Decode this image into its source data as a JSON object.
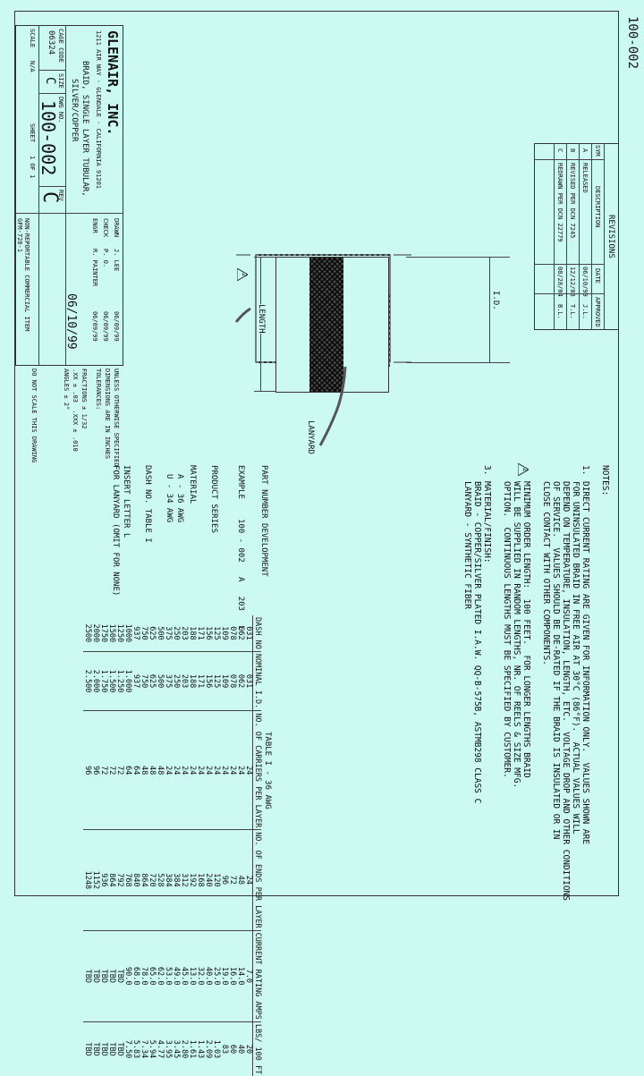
{
  "drawing_number": "100-002",
  "revisions": {
    "title": "REVISIONS",
    "headers": [
      "SYM",
      "DESCRIPTION",
      "DATE",
      "APPROVED"
    ],
    "rows": [
      {
        "sym": "A",
        "desc": "RELEASED",
        "date": "06/10/99",
        "appr": "J.L."
      },
      {
        "sym": "B",
        "desc": "REVISED PER DCN 7245",
        "date": "12/12/03",
        "appr": "T.L."
      },
      {
        "sym": "C",
        "desc": "REDRAWN PER DCN 22779",
        "date": "08/28/04",
        "appr": "B.L."
      }
    ]
  },
  "table": {
    "title": "TABLE I - 36 AWG",
    "headers": [
      "DASH NO",
      "NOMINAL I.D.",
      "NO. OF CARRIERS PER LAYER",
      "NO. OF ENDS PER LAYER",
      "CURRENT RATING AMPS",
      "LBS/ 100 FT"
    ],
    "rows": [
      [
        "031",
        "031",
        "24",
        "24",
        "7.0",
        "20"
      ],
      [
        "062",
        "062",
        "24",
        "48",
        "14.0",
        "40"
      ],
      [
        "078",
        "078",
        "24",
        "72",
        "16.0",
        "60"
      ],
      [
        "109",
        "109",
        "24",
        "96",
        "19.0",
        "83"
      ],
      [
        "125",
        "125",
        "24",
        "120",
        "25.0",
        "1.03"
      ],
      [
        "156",
        "156",
        "24",
        "240",
        "40.0",
        "2.09"
      ],
      [
        "171",
        "171",
        "24",
        "168",
        "32.0",
        "1.43"
      ],
      [
        "188",
        "188",
        "24",
        "192",
        "13.0",
        "1.61"
      ],
      [
        "203",
        "203",
        "24",
        "312",
        "45.0",
        "2.80"
      ],
      [
        "250",
        "250",
        "24",
        "384",
        "49.0",
        "3.45"
      ],
      [
        "375",
        "375",
        "24",
        "384",
        "53.0",
        "3.95"
      ],
      [
        "500",
        "500",
        "48",
        "528",
        "62.0",
        "4.77"
      ],
      [
        "625",
        "625",
        "48",
        "720",
        "65.0",
        "5.94"
      ],
      [
        "750",
        "750",
        "48",
        "864",
        "78.0",
        "7.34"
      ],
      [
        "937",
        "937",
        "64",
        "840",
        "68.0",
        "5.83"
      ],
      [
        "1000",
        "1.000",
        "64",
        "768",
        "90.0",
        "7.50"
      ],
      [
        "1250",
        "1.250",
        "72",
        "792",
        "TBD",
        "TBD"
      ],
      [
        "1500",
        "1.500",
        "72",
        "864",
        "TBD",
        "TBD"
      ],
      [
        "1750",
        "1.750",
        "72",
        "936",
        "TBD",
        "TBD"
      ],
      [
        "2000",
        "2.000",
        "96",
        "1152",
        "TBD",
        "TBD"
      ],
      [
        "2500",
        "2.500",
        "96",
        "1248",
        "TBD",
        "TBD"
      ]
    ]
  },
  "part_number": {
    "title": "PART NUMBER DEVELOPMENT",
    "example_label": "EXAMPLE",
    "example_value": "100 - 002   A   203   L",
    "product_series": "PRODUCT SERIES",
    "material": "MATERIAL",
    "material_a": "A - 36 AWG",
    "material_u": "U - 34 AWG",
    "dash": "DASH NO. TABLE I",
    "lanyard_1": "INSERT LETTER L",
    "lanyard_2": "FOR LANYARD (OMIT FOR NONE)"
  },
  "notes": {
    "title": "NOTES:",
    "n1_num": "1.",
    "n1": [
      "DIRECT CURRENT RATING ARE GIVEN FOR INFORMATION ONLY.  VALUES SHOWN ARE",
      "FOR UNINSULATED BRAID IN FREE AIR AT 30°C (86°F).  ACTUAL VALUES WILL",
      "DEPEND ON TEMPERATURE, INSULATION, LENGTH, ETC.  VOLTAGE DROP AND OTHER CONDITIONS",
      "OF SERVICE.  VALUES SHOULD BE DE-RATED IF THE BRAID IS INSULATED OR IN",
      "CLOSE CONTACT WITH OTHER COMPONENTS."
    ],
    "n2_num": "2",
    "n2": [
      "MINIMUM ORDER LENGTH:  100 FEET.  FOR LONGER LENGTHS BRAID",
      "WILL BE SUPPLIED IN RANDOM LENGTHS, NR. OF REELS & SIZE MFG.",
      "OPTION.  CONTINUOUS LENGTHS MUST BE SPECIFIED BY CUSTOMER."
    ],
    "n3_num": "3.",
    "n3": [
      "MATERIAL/FINISH:",
      "BRAID - COPPER/SILVER PLATED I.A.W. QQ-B-575B, ASTMB298 CLASS C",
      "LANYARD - SYNTHETIC FIBER"
    ]
  },
  "drawing": {
    "id_label": "I.D.",
    "length_label": "LENGTH",
    "lanyard_label": "LANYARD",
    "note_ref": "2"
  },
  "title_block": {
    "company": "GLENAIR, INC.",
    "address": "1211 AIR WAY - GLENDALE - CALIFORNIA 91201",
    "description_1": "BRAID, SINGLE LAYER TUBULAR,",
    "description_2": "SILVER/COPPER",
    "cage_label": "CAGE CODE",
    "cage": "06324",
    "size_label": "SIZE",
    "size": "C",
    "dwg_label": "DWG NO.",
    "dwg": "100-002",
    "rev_label": "REV",
    "rev": "C",
    "scale_label": "SCALE",
    "scale": "N/A",
    "sheet_label": "SHEET",
    "sheet": "1 OF 1",
    "drawn_label": "DRAWN",
    "drawn": "J. LEE",
    "drawn_date": "06/09/99",
    "check_label": "CHECK",
    "check": "P. O.",
    "check_date": "06/09/99",
    "engr_label": "ENGR",
    "engr": "R. PAINTER",
    "engr_date": "06/09/99",
    "release_date": "06/10/99",
    "tolerance_1": "UNLESS OTHERWISE SPECIFIED",
    "tolerance_2": "DIMENSIONS ARE IN INCHES",
    "tolerance_3": "TOLERANCES:",
    "tolerance_4": "FRACTIONS ± 1/32",
    "tolerance_5": ".XX ± .03  .XXX ± .010",
    "tolerance_6": "ANGLES ± 2°",
    "do_not_scale": "DO NOT SCALE THIS DRAWING",
    "commercial": "NON-REPORTABLE COMMERCIAL ITEM",
    "form": "GFM-728-1"
  }
}
